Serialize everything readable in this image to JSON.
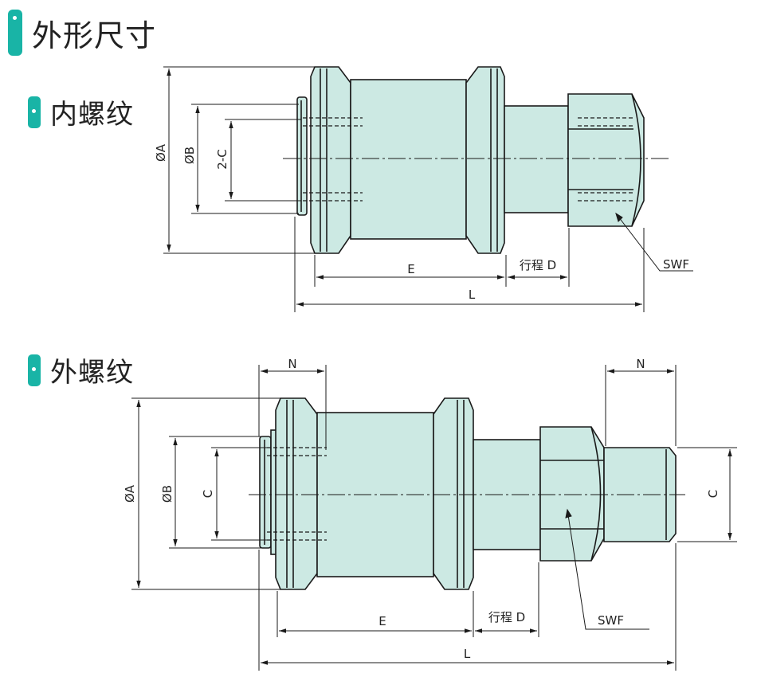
{
  "header": {
    "title": "外形尺寸"
  },
  "sections": {
    "internal": {
      "title": "内螺纹"
    },
    "external": {
      "title": "外螺纹"
    }
  },
  "labels": {
    "dia_a": "ØA",
    "dia_b": "ØB",
    "two_c": "2-C",
    "c": "C",
    "e": "E",
    "stroke_d": "行程 D",
    "l": "L",
    "swf": "SWF",
    "n": "N"
  },
  "colors": {
    "accent": "#19b4a6",
    "body_fill": "#cce9e3",
    "line": "#1a1a1a"
  }
}
